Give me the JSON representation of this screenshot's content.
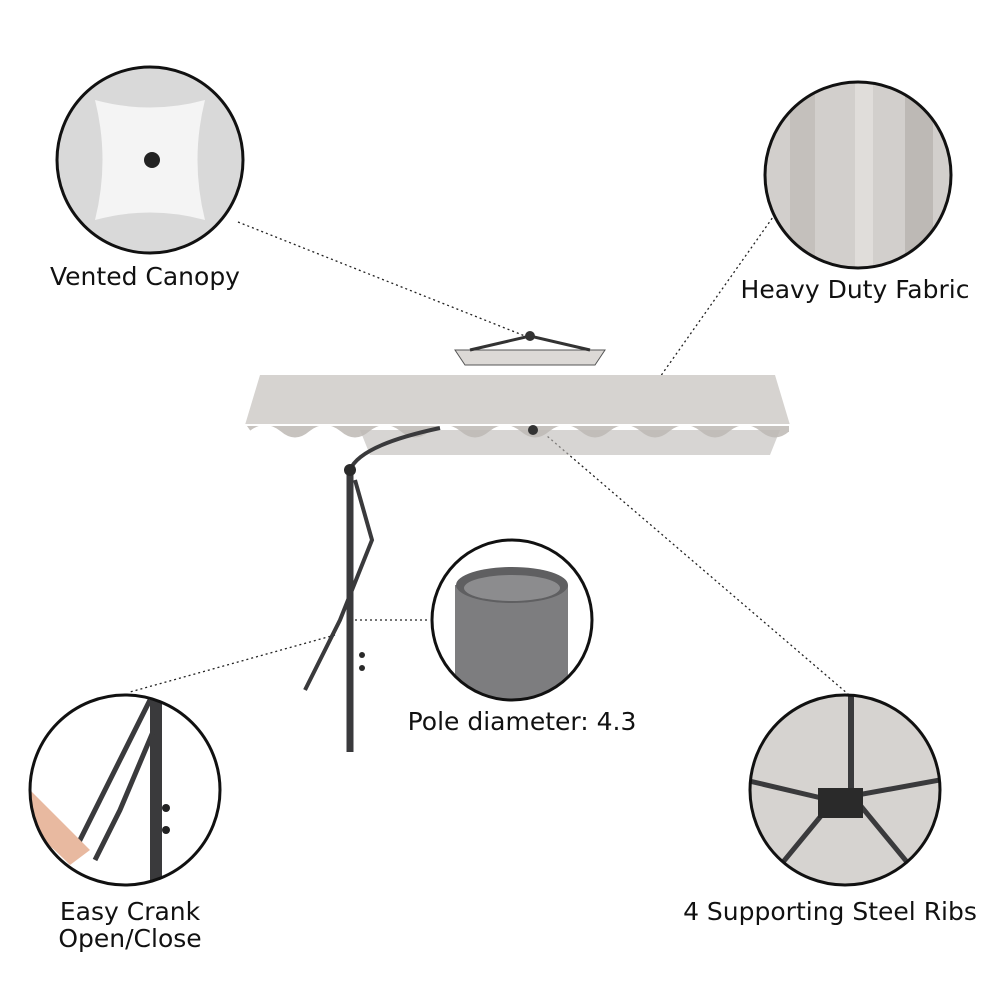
{
  "callouts": {
    "vented_canopy": "Vented Canopy",
    "heavy_duty_fabric": "Heavy Duty Fabric",
    "pole_diameter": "Pole diameter: 4.3",
    "easy_crank_line1": "Easy Crank",
    "easy_crank_line2": "Open/Close",
    "steel_ribs": "4 Supporting Steel Ribs"
  },
  "colors": {
    "canopy": "#d6d3d0",
    "canopy_shadow": "#bdb9b5",
    "frame": "#3a3a3c",
    "circle_border": "#111111",
    "pole_detail": "#7d7d7f"
  }
}
